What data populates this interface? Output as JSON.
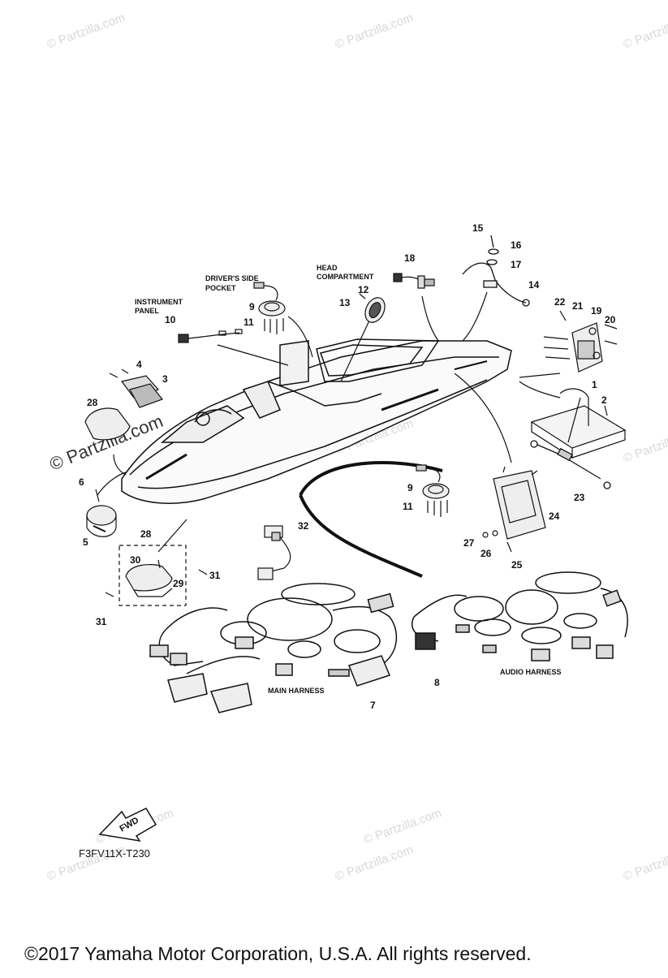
{
  "watermark": "© Partzilla.com",
  "figure_code": "F3FV11X-T230",
  "fwd_label": "FWD",
  "copyright": "©2017  Yamaha Motor Corporation, U.S.A. All rights reserved.",
  "labels": {
    "instrument_panel_1": "INSTRUMENT",
    "instrument_panel_2": "PANEL",
    "drivers_side_1": "DRIVER'S SIDE",
    "drivers_side_2": "POCKET",
    "head_comp_1": "HEAD",
    "head_comp_2": "COMPARTMENT",
    "main_harness": "MAIN HARNESS",
    "audio_harness": "AUDIO HARNESS"
  },
  "callouts": {
    "c1": "1",
    "c2": "2",
    "c3": "3",
    "c4": "4",
    "c5": "5",
    "c6": "6",
    "c7": "7",
    "c8": "8",
    "c9a": "9",
    "c9b": "9",
    "c10": "10",
    "c11a": "11",
    "c11b": "11",
    "c12": "12",
    "c13": "13",
    "c14": "14",
    "c15": "15",
    "c16": "16",
    "c17": "17",
    "c18": "18",
    "c19": "19",
    "c20": "20",
    "c21": "21",
    "c22": "22",
    "c23": "23",
    "c24": "24",
    "c25": "25",
    "c26": "26",
    "c27": "27",
    "c28a": "28",
    "c28b": "28",
    "c29": "29",
    "c30": "30",
    "c31a": "31",
    "c31b": "31",
    "c32": "32"
  }
}
